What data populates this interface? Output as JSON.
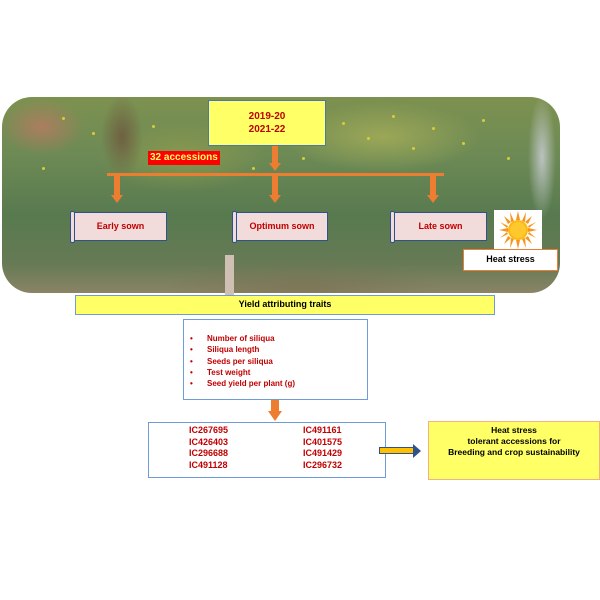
{
  "seasons": {
    "line1": "2019-20",
    "line2": "2021-22"
  },
  "accessions_label": "32 accessions",
  "sowing_conditions": [
    {
      "label": "Early sown"
    },
    {
      "label": "Optimum sown"
    },
    {
      "label": "Late sown"
    }
  ],
  "heat_stress": {
    "icon": "sun-icon",
    "label": "Heat stress"
  },
  "traits_header": "Yield attributing traits",
  "traits": [
    "Number of siliqua",
    "Siliqua length",
    "Seeds per siliqua",
    "Test weight",
    "Seed yield per plant (g)"
  ],
  "bullet_glyph": "•",
  "accession_ids": {
    "left": [
      "IC267695",
      "IC426403",
      "IC296688",
      "IC491128"
    ],
    "right": [
      "IC491161",
      "IC401575",
      "IC491429",
      "IC296732"
    ]
  },
  "result": {
    "line1": "Heat stress",
    "line2": "tolerant accessions for",
    "line3": "Breeding and crop sustainability"
  },
  "colors": {
    "box_yellow": "#ffff66",
    "arrow_orange": "#ed7d31",
    "text_red": "#c00000",
    "sown_fill": "#f2dcdb",
    "border_blue": "#6f9bd6"
  }
}
